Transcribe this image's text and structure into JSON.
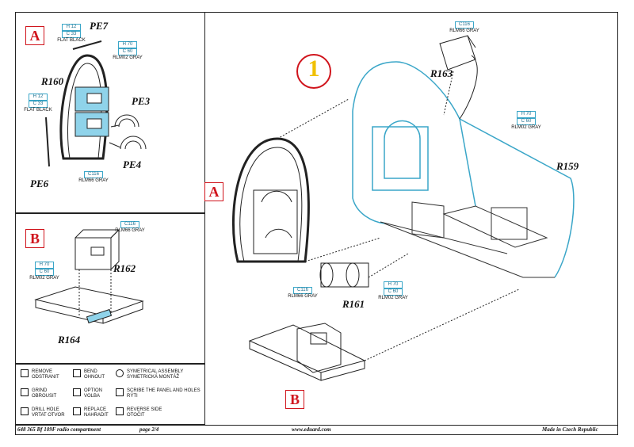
{
  "step": {
    "number": "1"
  },
  "sections": {
    "a": "A",
    "b": "B"
  },
  "parts": {
    "pe7": "PE7",
    "r160": "R160",
    "pe3": "PE3",
    "pe4": "PE4",
    "pe6": "PE6",
    "r162": "R162",
    "r164": "R164",
    "r163": "R163",
    "r159": "R159",
    "r161": "R161"
  },
  "paints": {
    "flat_black_1": {
      "line1": "H 12",
      "line2": "C 33",
      "name": "FLAT BLACK"
    },
    "rlm02_1": {
      "line1": "H 70",
      "line2": "C 60",
      "name": "RLM02 GRAY"
    },
    "flat_black_2": {
      "line1": "H 12",
      "line2": "C 33",
      "name": "FLAT BLACK"
    },
    "rlm66_1": {
      "line1": "C116",
      "name": "RLM66 GRAY"
    },
    "rlm66_2": {
      "line1": "C116",
      "name": "RLM66 GRAY"
    },
    "rlm02_2": {
      "line1": "H 70",
      "line2": "C 60",
      "name": "RLM02 GRAY"
    },
    "rlm66_3": {
      "line1": "C116",
      "name": "RLM66 GRAY"
    },
    "rlm02_3": {
      "line1": "H 70",
      "line2": "C 60",
      "name": "RLM02 GRAY"
    },
    "rlm66_4": {
      "line1": "C116",
      "name": "RLM66 GRAY"
    },
    "rlm02_4": {
      "line1": "H 70",
      "line2": "C 60",
      "name": "RLM02 GRAY"
    }
  },
  "legend": [
    {
      "icon": "remove-icon",
      "l1": "REMOVE",
      "l2": "ODSTRANIT"
    },
    {
      "icon": "bend-icon",
      "l1": "BEND",
      "l2": "OHNOUT"
    },
    {
      "icon": "symmetrical-icon",
      "l1": "SYMETRICAL ASSEMBLY",
      "l2": "SYMETRICKÁ MONTÁŽ"
    },
    {
      "icon": "grind-icon",
      "l1": "GRIND",
      "l2": "OBROUSIT"
    },
    {
      "icon": "option-icon",
      "l1": "OPTION",
      "l2": "VOLBA"
    },
    {
      "icon": "scribe-icon",
      "l1": "SCRIBE THE PANEL AND HOLES",
      "l2": "RÝTI"
    },
    {
      "icon": "drill-icon",
      "l1": "DRILL HOLE",
      "l2": "VRTAT OTVOR"
    },
    {
      "icon": "replace-icon",
      "l1": "REPLACE",
      "l2": "NAHRADIT"
    },
    {
      "icon": "reverse-icon",
      "l1": "REVERSE SIDE",
      "l2": "OTOČIT"
    }
  ],
  "footer": {
    "left": "648 365  Bf 109F radio compartment",
    "page": "page 2/4",
    "url": "www.eduard.com",
    "made": "Made in Czech Republic"
  },
  "colors": {
    "accent_red": "#d0141c",
    "paint_blue": "#3aa6c8",
    "highlight": "#8fd3ea"
  }
}
